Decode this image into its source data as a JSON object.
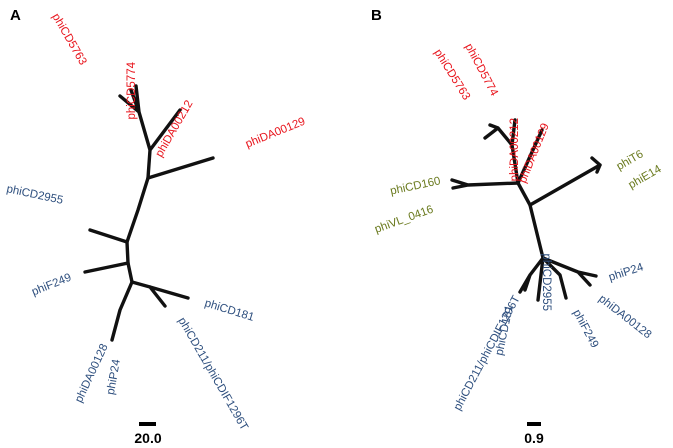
{
  "colors": {
    "red": "#e8141c",
    "blue": "#2e4f7e",
    "green": "#6a7a1e",
    "branch": "#111111"
  },
  "panels": [
    {
      "letter": "A",
      "scale_label": "20.0",
      "leaves": [
        {
          "label": "phiCD5763",
          "group": "red"
        },
        {
          "label": "phiCD5774",
          "group": "red"
        },
        {
          "label": "phiDA00212",
          "group": "red"
        },
        {
          "label": "phiDA00129",
          "group": "red"
        },
        {
          "label": "phiCD2955",
          "group": "blue"
        },
        {
          "label": "phiF249",
          "group": "blue"
        },
        {
          "label": "phiCD181",
          "group": "blue"
        },
        {
          "label": "phiCD211/phiCDIF1296T",
          "group": "blue"
        },
        {
          "label": "phiDA00128",
          "group": "blue"
        },
        {
          "label": "phiP24",
          "group": "blue"
        }
      ]
    },
    {
      "letter": "B",
      "scale_label": "0.9",
      "leaves": [
        {
          "label": "phiCD5763",
          "group": "red"
        },
        {
          "label": "phiCD5774",
          "group": "red"
        },
        {
          "label": "phiDA00212",
          "group": "red"
        },
        {
          "label": "phiDA00129",
          "group": "red"
        },
        {
          "label": "phiT6",
          "group": "green"
        },
        {
          "label": "phiE14",
          "group": "green"
        },
        {
          "label": "phiCD160",
          "group": "green"
        },
        {
          "label": "phiVL_0416",
          "group": "green"
        },
        {
          "label": "phiP24",
          "group": "blue"
        },
        {
          "label": "phiDA00128",
          "group": "blue"
        },
        {
          "label": "phiF249",
          "group": "blue"
        },
        {
          "label": "phiCD2955",
          "group": "blue"
        },
        {
          "label": "phiCD181",
          "group": "blue"
        },
        {
          "label": "phiCD211/phiCDIF1296T",
          "group": "blue"
        }
      ]
    }
  ]
}
